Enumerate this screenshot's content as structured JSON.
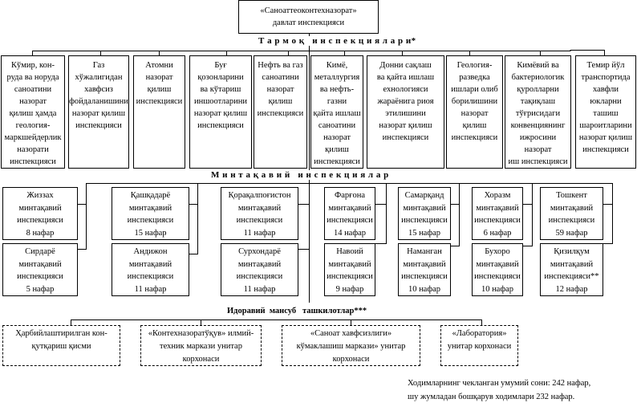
{
  "top_box": {
    "line1": "«Саноаттеоконтехназорат»",
    "line2": "давлат инспекцияси"
  },
  "sector_heading": "Т а р м о қ   и н с п е к ц и я л а р и*",
  "sector_inspections": [
    {
      "lines": [
        "Кўмир, кон-",
        "руда ва норуда",
        "саноатини",
        "назорат",
        "қилиш ҳамда",
        "геология-",
        "маркшейдерлик",
        "назорати",
        "инспекцияси"
      ]
    },
    {
      "lines": [
        "Газ",
        "хўжалигидан",
        "хавфсиз",
        "фойдаланишини",
        "назорат қилиш",
        "инспекцияси"
      ]
    },
    {
      "lines": [
        "Атомни",
        "назорат",
        "қилиш",
        "инспекцияси"
      ]
    },
    {
      "lines": [
        "Буғ",
        "қозонларини",
        "ва кўтариш",
        "иншоотларини",
        "назорат қилиш",
        "инспекцияси"
      ]
    },
    {
      "lines": [
        "Нефть ва газ",
        "саноатини",
        "назорат",
        "қилиш",
        "инспекцияси"
      ]
    },
    {
      "lines": [
        "Кимё,",
        "металлургия",
        "ва нефть-",
        "газни",
        "қайта ишлаш",
        "саноатини",
        "назорат",
        "қилиш",
        "инспекцияси"
      ]
    },
    {
      "lines": [
        "Донни сақлаш",
        "ва қайта ишлаш",
        "ехнологияси",
        "жараёнига риоя",
        "этилишини",
        "назорат қилиш",
        "инспекцияси"
      ]
    },
    {
      "lines": [
        "Геология-",
        "разведка",
        "ишлари олиб",
        "борилишини",
        "назорат",
        "қилиш",
        "инспекцияси"
      ]
    },
    {
      "lines": [
        "Кимёвий ва",
        "бактериологик",
        "қуролларни",
        "тақиқлаш",
        "тўғрисидаги",
        "конвенциянинг",
        "ижросини",
        "назорат",
        "иш инспекцияси"
      ]
    },
    {
      "lines": [
        "Темир йўл",
        "транспортида",
        "хавфли",
        "юкларни",
        "ташиш",
        "шароитларини",
        "назорат қилиш",
        "инспекцияси"
      ]
    }
  ],
  "regional_heading": "М и н т а қ а в и й   и н с п е к ц и я л а р",
  "regional_inspections": [
    {
      "name": "Жиззах",
      "type": "минтақавий",
      "suffix": "инспекцияси",
      "staff": "8 нафар"
    },
    {
      "name": "Сирдарё",
      "type": "минтақавий",
      "suffix": "инспекцияси",
      "staff": "5 нафар"
    },
    {
      "name": "Қашқадарё",
      "type": "минтақавий",
      "suffix": "инспекцияси",
      "staff": "15 нафар"
    },
    {
      "name": "Андижон",
      "type": "минтақавий",
      "suffix": "инспекцияси",
      "staff": "11 нафар"
    },
    {
      "name": "Қорақалпоғистон",
      "type": "минтақавий",
      "suffix": "инспекцияси",
      "staff": "11 нафар"
    },
    {
      "name": "Сурхондарё",
      "type": "минтақавий",
      "suffix": "инспекцияси",
      "staff": "11 нафар"
    },
    {
      "name": "Фарғона",
      "type": "минтақавий",
      "suffix": "инспекцияси",
      "staff": "14 нафар"
    },
    {
      "name": "Навоий",
      "type": "минтақавий",
      "suffix": "инспекцияси",
      "staff": "9 нафар"
    },
    {
      "name": "Самарқанд",
      "type": "минтақавий",
      "suffix": "инспекцияси",
      "staff": "15 нафар"
    },
    {
      "name": "Наманган",
      "type": "минтақавий",
      "suffix": "инспекцияси",
      "staff": "10 нафар"
    },
    {
      "name": "Хоразм",
      "type": "минтақавий",
      "suffix": "инспекцияси",
      "staff": "6 нафар"
    },
    {
      "name": "Бухоро",
      "type": "минтақавий",
      "suffix": "инспекцияси",
      "staff": "10 нафар"
    },
    {
      "name": "Тошкент",
      "type": "минтақавий",
      "suffix": "инспекцияси",
      "staff": "59 нафар"
    },
    {
      "name": "Қизилқум",
      "type": "минтақавий",
      "suffix": "инспекцияси**",
      "staff": "12 нафар"
    }
  ],
  "subordinate_heading": "Идоравий  мансуб   ташкилотлар***",
  "subordinate_orgs": [
    {
      "lines": [
        "Ҳарбийлаштирилган кон-",
        "қутқариш қисми"
      ]
    },
    {
      "lines": [
        "«Контехназоратўқув» илмий-",
        "техник маркази унитар",
        "корхонаси"
      ]
    },
    {
      "lines": [
        "«Саноат хавфсизлиги»",
        "кўмаклашиш маркази» унитар",
        "корхонаси"
      ]
    },
    {
      "lines": [
        "«Лаборатория»",
        "унитар корхонаси"
      ]
    }
  ],
  "footer": {
    "line1": "Ходимларнинг чекланган умумий сони: 242 нафар,",
    "line2": "шу жумладан бошқарув ходимлари 232 нафар."
  }
}
